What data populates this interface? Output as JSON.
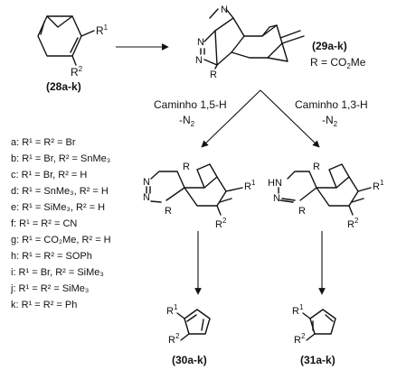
{
  "compounds": {
    "c28": {
      "r1": "R",
      "r1_sup": "1",
      "r2": "R",
      "r2_sup": "2",
      "label": "28a-k"
    },
    "c29": {
      "label": "29a-k",
      "r_group": "R = CO",
      "r_group_sub": "2",
      "r_group_end": "Me"
    },
    "c30": {
      "label": "30a-k"
    },
    "c31": {
      "label": "31a-k"
    }
  },
  "paths": {
    "left": {
      "name": "Caminho 1,5-H",
      "loss": "-N",
      "loss_sub": "2"
    },
    "right": {
      "name": "Caminho 1,3-H",
      "loss": "-N",
      "loss_sub": "2"
    }
  },
  "atoms": {
    "N": "N",
    "R": "R",
    "HN": "HN",
    "R1": "R",
    "R2": "R",
    "sup1": "1",
    "sup2": "2"
  },
  "substituents": [
    {
      "key": "a",
      "text": "a: R¹ = R² = Br"
    },
    {
      "key": "b",
      "text": "b: R¹ = Br, R² = SnMe₃"
    },
    {
      "key": "c",
      "text": "c: R¹ = Br, R² = H"
    },
    {
      "key": "d",
      "text": "d: R¹ = SnMe₃, R² = H"
    },
    {
      "key": "e",
      "text": "e: R¹ = SiMe₃, R² = H"
    },
    {
      "key": "f",
      "text": "f: R¹ = R² = CN"
    },
    {
      "key": "g",
      "text": "g: R¹ = CO₂Me, R² = H"
    },
    {
      "key": "h",
      "text": "h: R¹ = R² = SOPh"
    },
    {
      "key": "i",
      "text": "i: R¹ = Br, R² = SiMe₃"
    },
    {
      "key": "j",
      "text": "j: R¹ = R² = SiMe₃"
    },
    {
      "key": "k",
      "text": "k: R¹ = R² = Ph"
    }
  ]
}
